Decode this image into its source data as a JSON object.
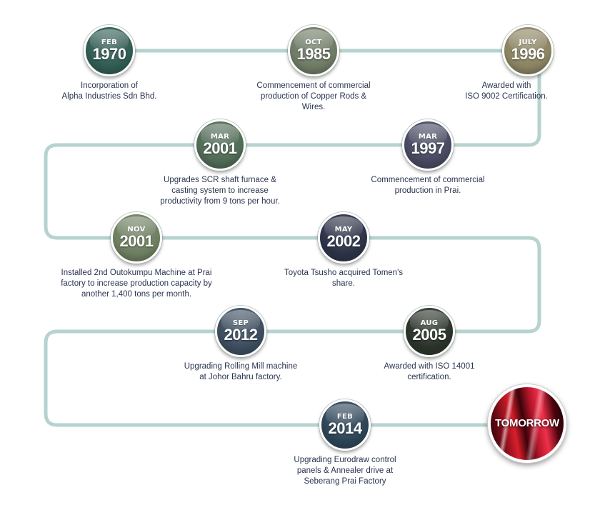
{
  "milestones": [
    {
      "month": "FEB",
      "year": "1970",
      "description": "Incorporation of\nAlpha Industries Sdn Bhd.",
      "color": "#2f5b52"
    },
    {
      "month": "OCT",
      "year": "1985",
      "description": "Commencement of commercial\nproduction of Copper Rods &\nWires.",
      "color": "#6f7a65"
    },
    {
      "month": "JULY",
      "year": "1996",
      "description": "Awarded with\nISO 9002 Certification.",
      "color": "#8a8361"
    },
    {
      "month": "MAR",
      "year": "1997",
      "description": "Commencement of commercial\nproduction in Prai.",
      "color": "#474860"
    },
    {
      "month": "MAR",
      "year": "2001",
      "description": "Upgrades SCR shaft furnace &\ncasting system to increase\nproductivity from 9 tons per hour.",
      "color": "#4f6a55"
    },
    {
      "month": "NOV",
      "year": "2001",
      "description": "Installed 2nd Outokumpu Machine at Prai\nfactory to increase production capacity by\nanother 1,400 tons per month.",
      "color": "#6d7e5f"
    },
    {
      "month": "MAY",
      "year": "2002",
      "description": "Toyota Tsusho acquired Tomen's\nshare.",
      "color": "#2b3146"
    },
    {
      "month": "AUG",
      "year": "2005",
      "description": "Awarded with ISO 14001\ncertification.",
      "color": "#293228"
    },
    {
      "month": "SEP",
      "year": "2012",
      "description": "Upgrading Rolling Mill machine\nat Johor Bahru factory.",
      "color": "#3b4c5e"
    },
    {
      "month": "FEB",
      "year": "2014",
      "description": "Upgrading Eurodraw control\npanels & Annealer drive at\nSeberang Prai Factory",
      "color": "#2c4356"
    }
  ],
  "tomorrow": {
    "label": "TOMORROW"
  },
  "colors": {
    "path": "#b6d3cf",
    "text": "#2a3550"
  }
}
